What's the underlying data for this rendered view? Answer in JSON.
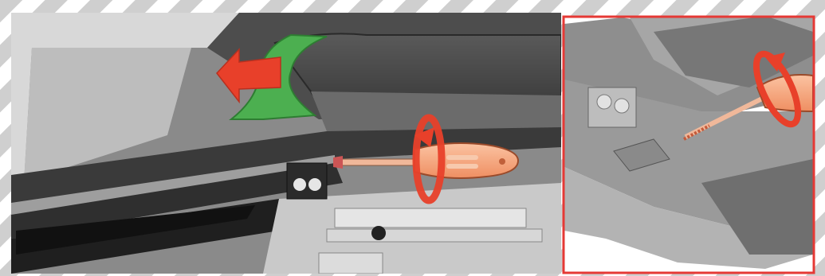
{
  "illustration": {
    "border_style": "diagonal-stripes",
    "border_colors": [
      "#cfcfcf",
      "#ffffff"
    ],
    "main_panel": {
      "content": "screwdriver-removing-screw-and-sliding-cover",
      "direction_arrow": "left",
      "arrow_color": "#e8402a",
      "rotation_arrow_color": "#e8402a",
      "tab_color": "#4caf50"
    },
    "detail_panel": {
      "frame_color": "#e53935",
      "content": "close-up-screw-removal",
      "rotation_arrow_color": "#e8402a"
    },
    "screwdriver": {
      "handle_color": "#f4a27a",
      "shaft_color": "#f0b89a"
    }
  }
}
